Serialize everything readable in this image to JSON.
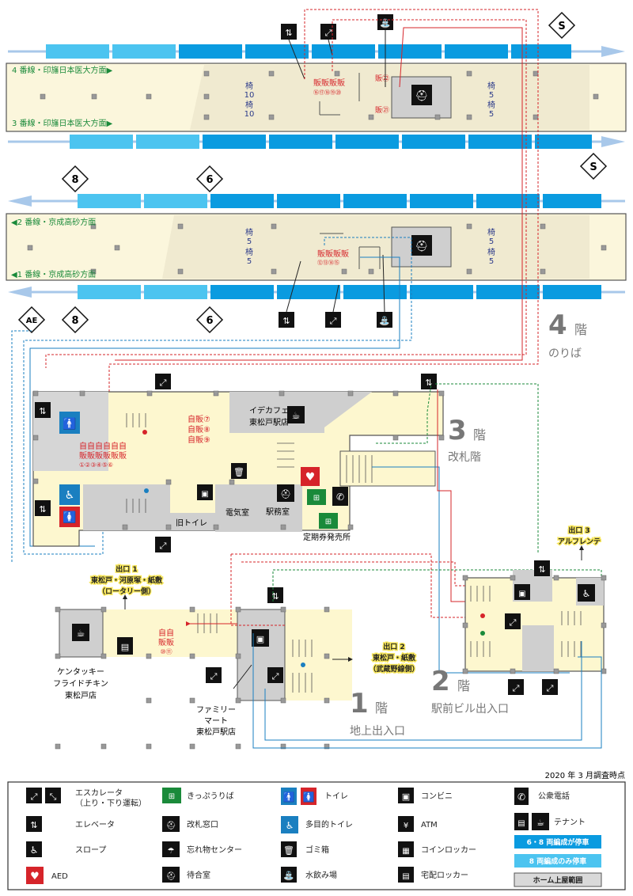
{
  "survey_note": "2020 年 3 月調査時点",
  "floors": {
    "f4": {
      "number": "4",
      "suffix": "階",
      "name": "のりば"
    },
    "f3": {
      "number": "3",
      "suffix": "階",
      "name": "改札階"
    },
    "f2": {
      "number": "2",
      "suffix": "階",
      "name": "駅前ビル出入口"
    },
    "f1": {
      "number": "1",
      "suffix": "階",
      "name": "地上出入口"
    }
  },
  "tracks": {
    "t4": "4 番線・印旛日本医大方面▶",
    "t3": "3 番線・印旛日本医大方面▶",
    "t2": "◀2 番線・京成高砂方面",
    "t1": "◀1 番線・京成高砂方面"
  },
  "train_markers": {
    "s": "S",
    "eight": "8",
    "six": "6",
    "ae": "AE"
  },
  "platform_upper": {
    "bench_left": "椅\n10",
    "bench_right": "椅\n5",
    "vending": "販販販販",
    "vending_nums": "⑯⑰⑱⑲⑳",
    "vending22": "販㉒",
    "vending21": "販㉑",
    "chair": "椅"
  },
  "platform_lower": {
    "chair": "椅",
    "bench": "5",
    "vending": "販販販販",
    "vending_nums": "⑫⑬⑭⑮"
  },
  "concourse": {
    "cafe": "イデカフェ\n東松戸駅店",
    "vending_right_1": "自販⑦",
    "vending_right_2": "自販⑧",
    "vending_right_3": "自販⑨",
    "vending_left_row1": "自自自自自自",
    "vending_left_row2": "販販販販販販",
    "vending_left_nums": "①②③④⑤⑥",
    "electric_room": "電気室",
    "old_toilet": "旧トイレ",
    "station_office": "駅務室",
    "pass_office": "定期券発売所"
  },
  "ground": {
    "exit1_title": "出口 1",
    "exit1_dest": "東松戸・河原塚・紙敷",
    "exit1_note": "（ロータリー側）",
    "exit2_title": "出口 2",
    "exit2_dest": "東松戸・紙敷",
    "exit2_note": "（武蔵野線側）",
    "kfc": "ケンタッキー\nフライドチキン\n東松戸店",
    "familymart": "ファミリー\nマート\n東松戸駅店",
    "vending": "自自\n販販",
    "vending_nums": "⑩⑪"
  },
  "second": {
    "exit3_title": "出口 3",
    "exit3_name": "アルフレンテ"
  },
  "legend": {
    "escalator": "エスカレータ",
    "escalator_note": "（上り・下り運転）",
    "elevator": "エレベータ",
    "slope": "スロープ",
    "aed": "AED",
    "ticket": "きっぷうりば",
    "gate_window": "改札窓口",
    "lost_found": "忘れ物センター",
    "waiting": "待合室",
    "toilet": "トイレ",
    "multi_toilet": "多目的トイレ",
    "trash": "ゴミ箱",
    "water": "水飲み場",
    "convenience": "コンビニ",
    "atm": "ATM",
    "coin_locker": "コインロッカー",
    "delivery_locker": "宅配ロッカー",
    "phone": "公衆電話",
    "tenant": "テナント",
    "cars_68": "6・8 両編成が停車",
    "cars_8": "8 両編成のみ停車",
    "roof": "ホーム上屋範囲"
  },
  "colors": {
    "dark_blue": "#0a9be0",
    "light_blue": "#4cc4f0",
    "platform": "#fbf6dc",
    "ground": "#fdf7cf",
    "gray": "#cfcfcf",
    "red": "#d6242a",
    "arrow_blue": "#a8c8ea"
  }
}
